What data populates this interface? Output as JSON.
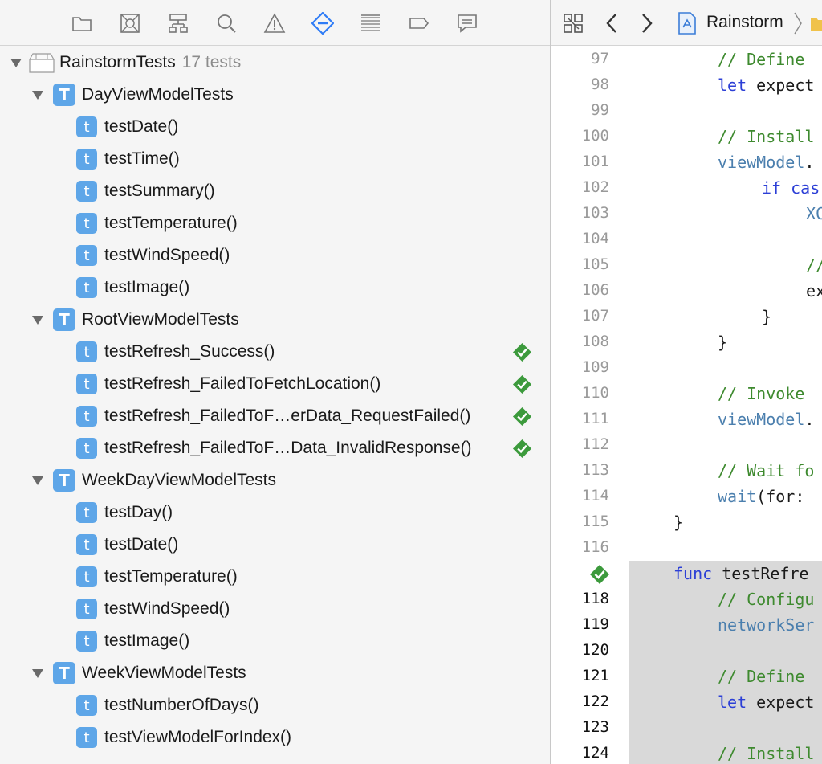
{
  "navigator": {
    "toolbar_icons": [
      "folder-icon",
      "source-control-icon",
      "hierarchy-icon",
      "search-icon",
      "warning-icon",
      "test-navigator-icon",
      "debug-icon",
      "breakpoint-icon",
      "report-icon"
    ],
    "active_tool": "test-navigator-icon",
    "tree": {
      "root": {
        "label": "RainstormTests",
        "count": "17 tests"
      },
      "groups": [
        {
          "label": "DayViewModelTests",
          "tests": [
            {
              "label": "testDate()",
              "passed": false
            },
            {
              "label": "testTime()",
              "passed": false
            },
            {
              "label": "testSummary()",
              "passed": false
            },
            {
              "label": "testTemperature()",
              "passed": false
            },
            {
              "label": "testWindSpeed()",
              "passed": false
            },
            {
              "label": "testImage()",
              "passed": false
            }
          ]
        },
        {
          "label": "RootViewModelTests",
          "tests": [
            {
              "label": "testRefresh_Success()",
              "passed": true
            },
            {
              "label": "testRefresh_FailedToFetchLocation()",
              "passed": true
            },
            {
              "label": "testRefresh_FailedToF…erData_RequestFailed()",
              "passed": true
            },
            {
              "label": "testRefresh_FailedToF…Data_InvalidResponse()",
              "passed": true
            }
          ]
        },
        {
          "label": "WeekDayViewModelTests",
          "tests": [
            {
              "label": "testDay()",
              "passed": false
            },
            {
              "label": "testDate()",
              "passed": false
            },
            {
              "label": "testTemperature()",
              "passed": false
            },
            {
              "label": "testWindSpeed()",
              "passed": false
            },
            {
              "label": "testImage()",
              "passed": false
            }
          ]
        },
        {
          "label": "WeekViewModelTests",
          "tests": [
            {
              "label": "testNumberOfDays()",
              "passed": false
            },
            {
              "label": "testViewModelForIndex()",
              "passed": false
            }
          ]
        }
      ],
      "badge_group": "T",
      "badge_test": "t"
    }
  },
  "editor": {
    "jumpbar": {
      "crumb": "Rainstorm"
    },
    "lines": [
      {
        "n": "97",
        "indent": 2,
        "tokens": [
          [
            "cm",
            "// Define"
          ]
        ]
      },
      {
        "n": "98",
        "indent": 2,
        "tokens": [
          [
            "kw",
            "let"
          ],
          [
            "pl",
            " expect"
          ]
        ]
      },
      {
        "n": "99",
        "indent": 0,
        "tokens": []
      },
      {
        "n": "100",
        "indent": 2,
        "tokens": [
          [
            "cm",
            "// Install"
          ]
        ]
      },
      {
        "n": "101",
        "indent": 2,
        "tokens": [
          [
            "id",
            "viewModel"
          ],
          [
            "pl",
            "."
          ]
        ]
      },
      {
        "n": "102",
        "indent": 3,
        "tokens": [
          [
            "kw",
            "if cas"
          ]
        ]
      },
      {
        "n": "103",
        "indent": 4,
        "tokens": [
          [
            "id",
            "XC"
          ]
        ]
      },
      {
        "n": "104",
        "indent": 0,
        "tokens": []
      },
      {
        "n": "105",
        "indent": 4,
        "tokens": [
          [
            "cm",
            "//"
          ]
        ]
      },
      {
        "n": "106",
        "indent": 4,
        "tokens": [
          [
            "pl",
            "ex"
          ]
        ]
      },
      {
        "n": "107",
        "indent": 3,
        "tokens": [
          [
            "pl",
            "}"
          ]
        ]
      },
      {
        "n": "108",
        "indent": 2,
        "tokens": [
          [
            "pl",
            "}"
          ]
        ]
      },
      {
        "n": "109",
        "indent": 0,
        "tokens": []
      },
      {
        "n": "110",
        "indent": 2,
        "tokens": [
          [
            "cm",
            "// Invoke"
          ]
        ]
      },
      {
        "n": "111",
        "indent": 2,
        "tokens": [
          [
            "id",
            "viewModel"
          ],
          [
            "pl",
            "."
          ]
        ]
      },
      {
        "n": "112",
        "indent": 0,
        "tokens": []
      },
      {
        "n": "113",
        "indent": 2,
        "tokens": [
          [
            "cm",
            "// Wait fo"
          ]
        ]
      },
      {
        "n": "114",
        "indent": 2,
        "tokens": [
          [
            "id",
            "wait"
          ],
          [
            "pl",
            "(for:"
          ]
        ]
      },
      {
        "n": "115",
        "indent": 1,
        "tokens": [
          [
            "pl",
            "}"
          ]
        ]
      },
      {
        "n": "116",
        "indent": 0,
        "tokens": []
      },
      {
        "n": "",
        "indent": 1,
        "tokens": [
          [
            "kw",
            "func"
          ],
          [
            "pl",
            " testRefre"
          ]
        ],
        "check": true
      },
      {
        "n": "118",
        "indent": 2,
        "tokens": [
          [
            "cm",
            "// Configu"
          ]
        ],
        "active": true
      },
      {
        "n": "119",
        "indent": 2,
        "tokens": [
          [
            "id",
            "networkSer"
          ]
        ],
        "active": true
      },
      {
        "n": "120",
        "indent": 0,
        "tokens": [],
        "active": true
      },
      {
        "n": "121",
        "indent": 2,
        "tokens": [
          [
            "cm",
            "// Define"
          ]
        ],
        "active": true
      },
      {
        "n": "122",
        "indent": 2,
        "tokens": [
          [
            "kw",
            "let"
          ],
          [
            "pl",
            " expect"
          ]
        ],
        "active": true
      },
      {
        "n": "123",
        "indent": 0,
        "tokens": [],
        "active": true
      },
      {
        "n": "124",
        "indent": 2,
        "tokens": [
          [
            "cm",
            "// Install"
          ]
        ],
        "active": true
      }
    ]
  },
  "colors": {
    "accent": "#2f7cf6",
    "badge": "#5ea6e8",
    "pass": "#3c9a3c",
    "comment": "#3e8a2f",
    "keyword": "#2c3fd6",
    "identifier": "#4b7fae"
  }
}
